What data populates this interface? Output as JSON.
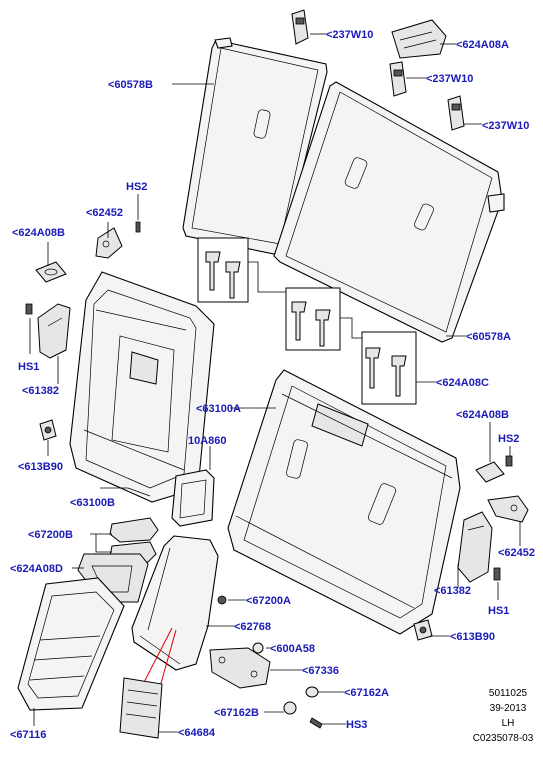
{
  "labels": {
    "p237w10_1": "<237W10",
    "p624a08a": "<624A08A",
    "p60578b": "<60578B",
    "p237w10_2": "<237W10",
    "p237w10_3": "<237W10",
    "hs2_top": "HS2",
    "p62452_top": "<62452",
    "p624a08b_left": "<624A08B",
    "p60578a": "<60578A",
    "hs1_left": "HS1",
    "p61382_left": "<61382",
    "p624a08c": "<624A08C",
    "p63100a": "<63100A",
    "p624a08b_right": "<624A08B",
    "p10a860": "10A860",
    "hs2_right": "HS2",
    "p613b90_left": "<613B90",
    "p63100b": "<63100B",
    "p62452_right": "<62452",
    "p67200b": "<67200B",
    "p624a08d": "<624A08D",
    "p61382_right": "<61382",
    "p67200a": "<67200A",
    "hs1_right": "HS1",
    "p62768": "<62768",
    "p613b90_right": "<613B90",
    "p600a58": "<600A58",
    "p67336": "<67336",
    "p67162a": "<67162A",
    "p67162b": "<67162B",
    "hs3": "HS3",
    "p67116": "<67116",
    "p64684": "<64684"
  },
  "meta": {
    "line1": "5011025",
    "line2": "39-2013",
    "line3": "LH",
    "line4": "C0235078-03"
  },
  "colors": {
    "label": "#1a1ab8",
    "line": "#000000",
    "pointer": "#e00000"
  }
}
